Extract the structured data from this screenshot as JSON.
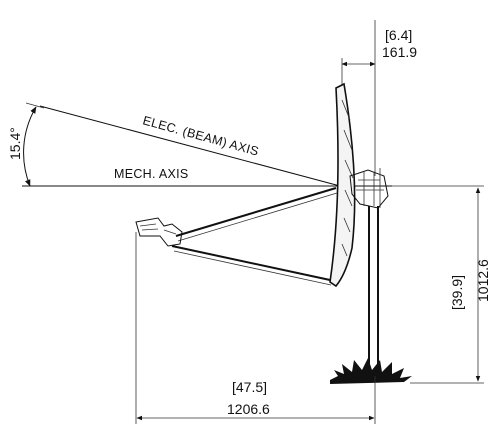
{
  "labels": {
    "elec_axis": "ELEC. (BEAM) AXIS",
    "mech_axis": "MECH. AXIS",
    "angle": "15.4°"
  },
  "dimensions": {
    "top_width_in": "[6.4]",
    "top_width_mm": "161.9",
    "height_in": "[39.9]",
    "height_mm": "1012.6",
    "bottom_width_in": "[47.5]",
    "bottom_width_mm": "1206.6"
  }
}
